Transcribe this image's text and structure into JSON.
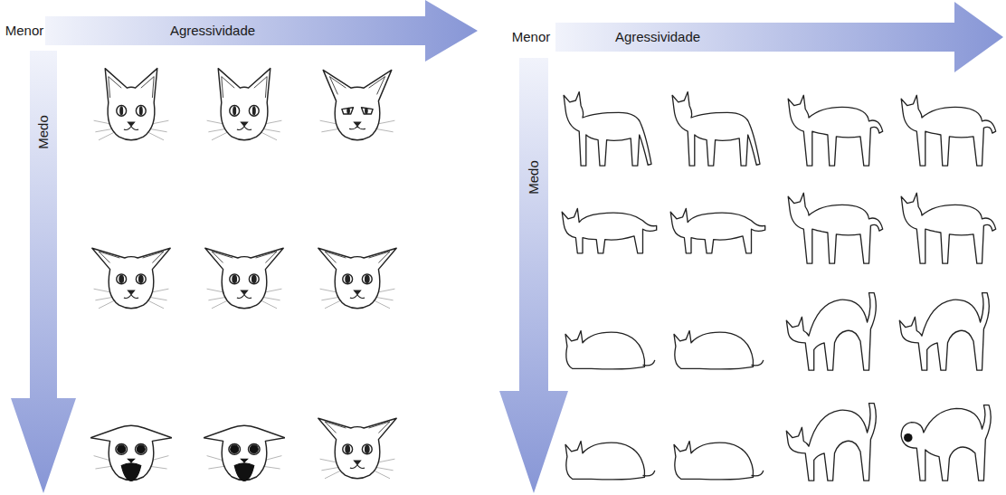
{
  "diagram": {
    "labels": [
      "Menor",
      "Agressividade",
      "Medo",
      "Menor",
      "Agressividade",
      "Medo"
    ]
  }
}
